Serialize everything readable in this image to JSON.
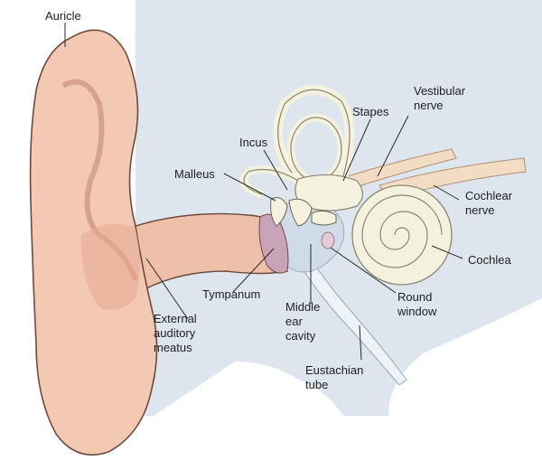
{
  "labels": {
    "auricle": "Auricle",
    "vestibular_nerve": [
      "Vestibular",
      "nerve"
    ],
    "stapes": "Stapes",
    "incus": "Incus",
    "malleus": "Malleus",
    "cochlear_nerve": [
      "Cochlear",
      "nerve"
    ],
    "cochlea": "Cochlea",
    "tympanum": "Tympanum",
    "round_window": [
      "Round",
      "window"
    ],
    "middle_ear_cavity": [
      "Middle",
      "ear",
      "cavity"
    ],
    "external_auditory_meatus": [
      "External",
      "auditory",
      "meatus"
    ],
    "eustachian_tube": [
      "Eustachian",
      "tube"
    ]
  },
  "colors": {
    "skin": "#f3c9b4",
    "skin_dark": "#e5a890",
    "skin_outline": "#6e4a3e",
    "tissue": "#dde6ee",
    "bone": "#f4f1df",
    "bone_outline": "#8b8870",
    "nerve": "#f2dcc4",
    "tympanum": "#c9a3b8"
  }
}
